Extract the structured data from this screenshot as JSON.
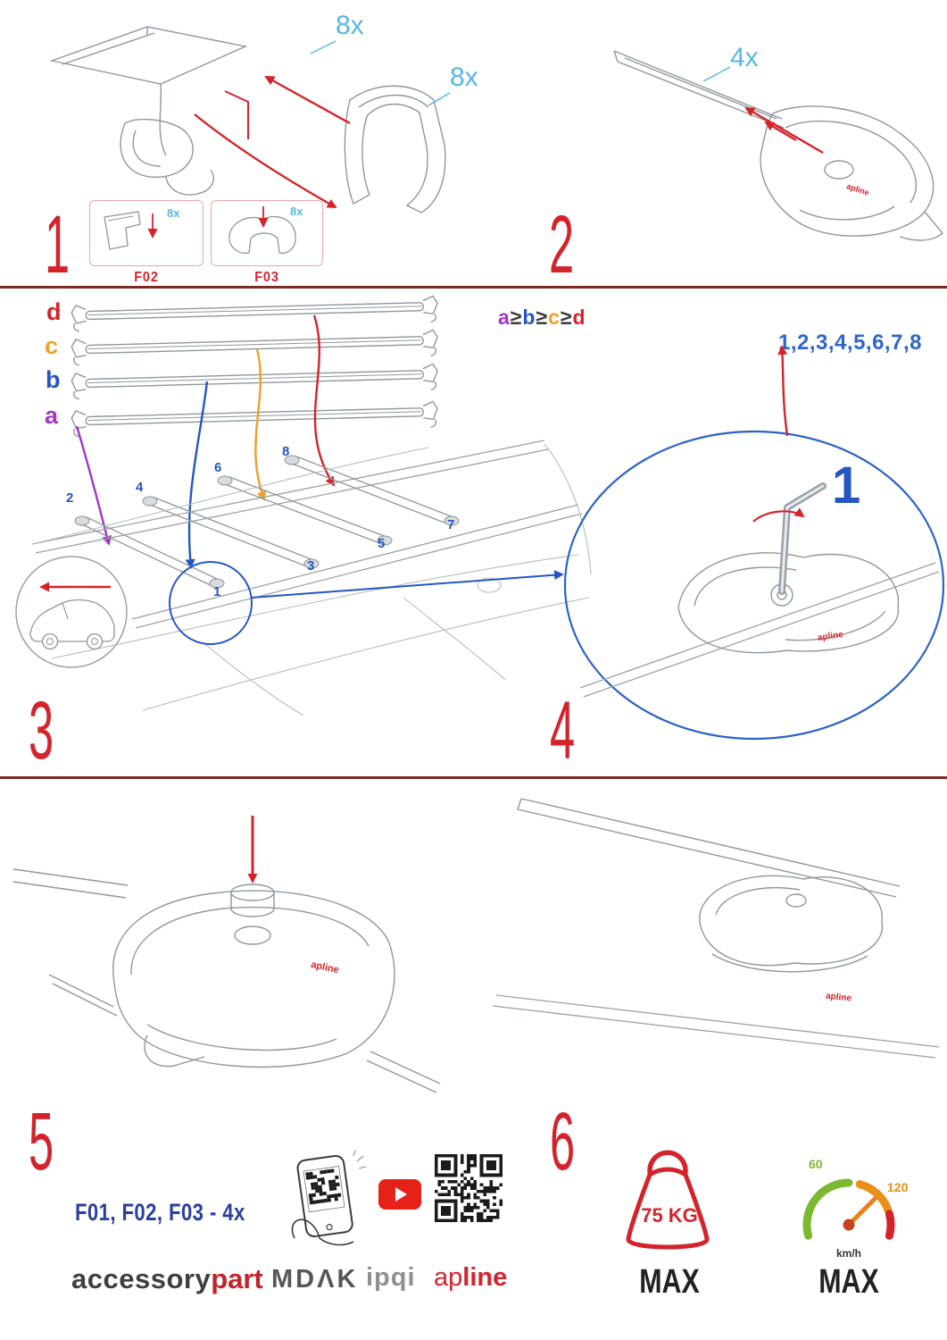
{
  "colors": {
    "red": "#d5232b",
    "cyan": "#56b7e6",
    "blue": "#2456c4",
    "purple": "#a435c8",
    "orange": "#f0a028",
    "green": "#7cb830",
    "youtube_red": "#e62117"
  },
  "step1": {
    "number": "1",
    "pad_qty": "8x",
    "cover_qty": "8x",
    "boxes": [
      {
        "code": "F02",
        "qty": "8x"
      },
      {
        "code": "F03",
        "qty": "8x"
      }
    ]
  },
  "step2": {
    "number": "2",
    "qty": "4x",
    "brand": "apline"
  },
  "step3": {
    "number": "3",
    "bar_labels": [
      "d",
      "c",
      "b",
      "a"
    ],
    "formula": [
      "a",
      "≥",
      "b",
      "≥",
      "c",
      "≥",
      "d"
    ],
    "positions": [
      "1",
      "2",
      "3",
      "4",
      "5",
      "6",
      "7",
      "8"
    ]
  },
  "step4": {
    "number": "4",
    "sequence": "1,2,3,4,5,6,7,8",
    "callout": "1",
    "brand": "apline"
  },
  "step5": {
    "number": "5",
    "parts_line": "F01, F02, F03 - 4x",
    "brand": "apline"
  },
  "step6": {
    "number": "6",
    "brand": "apline"
  },
  "limits": {
    "weight": "75 KG",
    "weight_max": "MAX",
    "speed_low": "60",
    "speed_high": "120",
    "speed_unit": "km/h",
    "speed_max": "MAX"
  },
  "footer": {
    "accessory": "accessory",
    "part": "part",
    "mdak": "MDΛK",
    "ipqi": "ipqi",
    "apline_a": "ap",
    "apline_b": "line"
  }
}
